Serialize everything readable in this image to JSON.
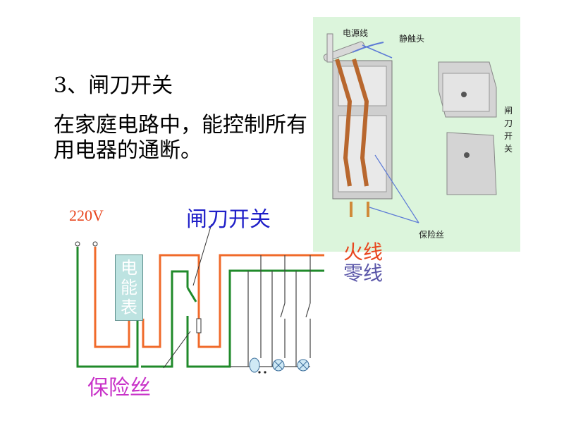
{
  "heading": "3、闸刀开关",
  "description": "在家庭电路中，能控制所有用电器的通断。",
  "circuit": {
    "voltage_label": "220V",
    "meter_label": "电能表",
    "switch_label": "闸刀开关",
    "live_wire_label": "火线",
    "neutral_wire_label": "零线",
    "fuse_label": "保险丝",
    "colors": {
      "live": "#f06a2a",
      "neutral": "#1f8a2a",
      "branch": "#444444"
    }
  },
  "photo": {
    "power_wire_label": "电源线",
    "static_contact_label": "静触头",
    "knife_switch_label": "闸刀开关",
    "fuse_label": "保险丝"
  }
}
